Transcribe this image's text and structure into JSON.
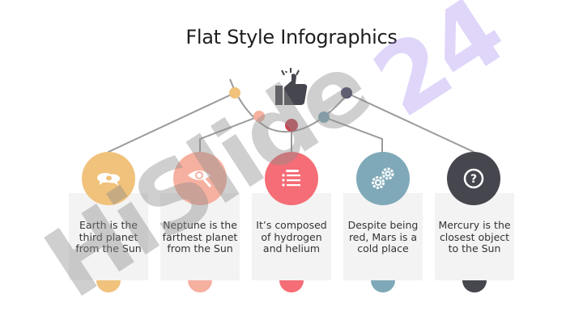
{
  "title": "Flat Style Infographics",
  "watermark_text": "HiSlide24",
  "colors": {
    "orange": "#f0c27b",
    "salmon": "#f6b09f",
    "red": "#f56d76",
    "teal": "#7fa9b8",
    "dark": "#46464f",
    "line": "#9a9a9a",
    "card": "#f3f3f3"
  },
  "items": [
    {
      "icon": "speech-bubbles-icon",
      "text_lines": [
        "Earth is the",
        "third planet",
        "from the Sun"
      ]
    },
    {
      "icon": "eye-magnifier-icon",
      "text_lines": [
        "Neptune is the",
        "farthest planet",
        "from the Sun"
      ]
    },
    {
      "icon": "list-icon",
      "text_lines": [
        "It’s composed",
        "of hydrogen",
        "and helium"
      ]
    },
    {
      "icon": "gears-icon",
      "text_lines": [
        "Despite being",
        "red, Mars is a",
        "cold place"
      ]
    },
    {
      "icon": "question-icon",
      "text_lines": [
        "Mercury is the",
        "closest object",
        "to the Sun"
      ]
    }
  ],
  "center_icon": "thumbs-up-icon"
}
